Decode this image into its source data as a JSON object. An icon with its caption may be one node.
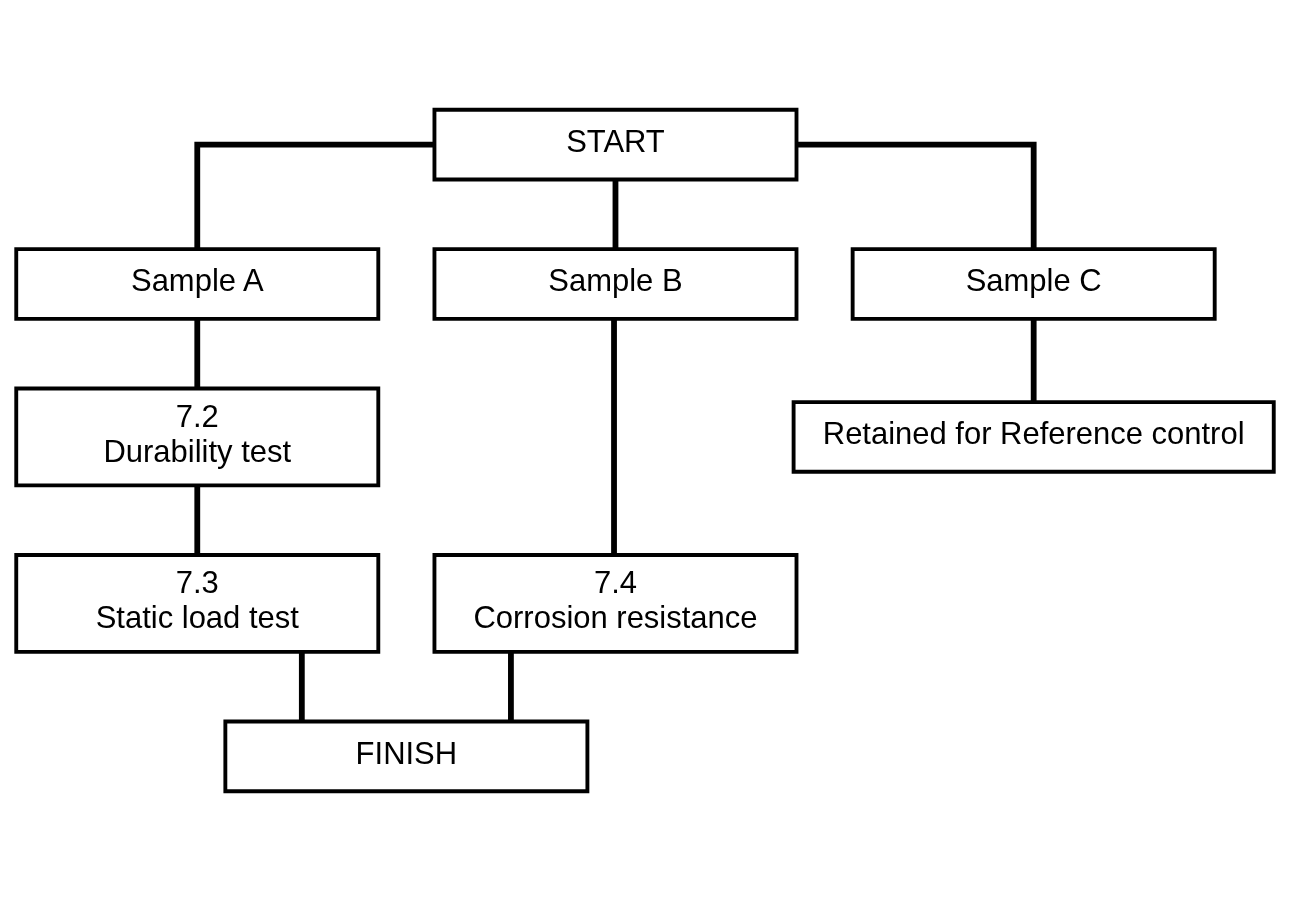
{
  "diagram": {
    "nodes": [
      {
        "text": [
          "START"
        ]
      },
      {
        "text": [
          "Sample A"
        ]
      },
      {
        "text": [
          "Sample B"
        ]
      },
      {
        "text": [
          "Sample C"
        ]
      },
      {
        "text": [
          "7.2",
          "Durability test"
        ]
      },
      {
        "text": [
          "7.4",
          "Corrosion resistance"
        ]
      },
      {
        "text": [
          "Retained for Reference control"
        ]
      },
      {
        "text": [
          "7.3",
          "Static load test"
        ]
      },
      {
        "text": [
          "FINISH"
        ]
      }
    ],
    "edges": [
      {
        "from": 0,
        "to": 1,
        "arrow": "none"
      },
      {
        "from": 0,
        "to": 2,
        "arrow": "none"
      },
      {
        "from": 0,
        "to": 3,
        "arrow": "none"
      },
      {
        "from": 1,
        "to": 4,
        "arrow": "none"
      },
      {
        "from": 2,
        "to": 5,
        "arrow": "none"
      },
      {
        "from": 3,
        "to": 6,
        "arrow": "none"
      },
      {
        "from": 4,
        "to": 7,
        "arrow": "none"
      },
      {
        "from": 7,
        "to": 8,
        "arrow": "none"
      },
      {
        "from": 5,
        "to": 8,
        "arrow": "none"
      }
    ]
  }
}
